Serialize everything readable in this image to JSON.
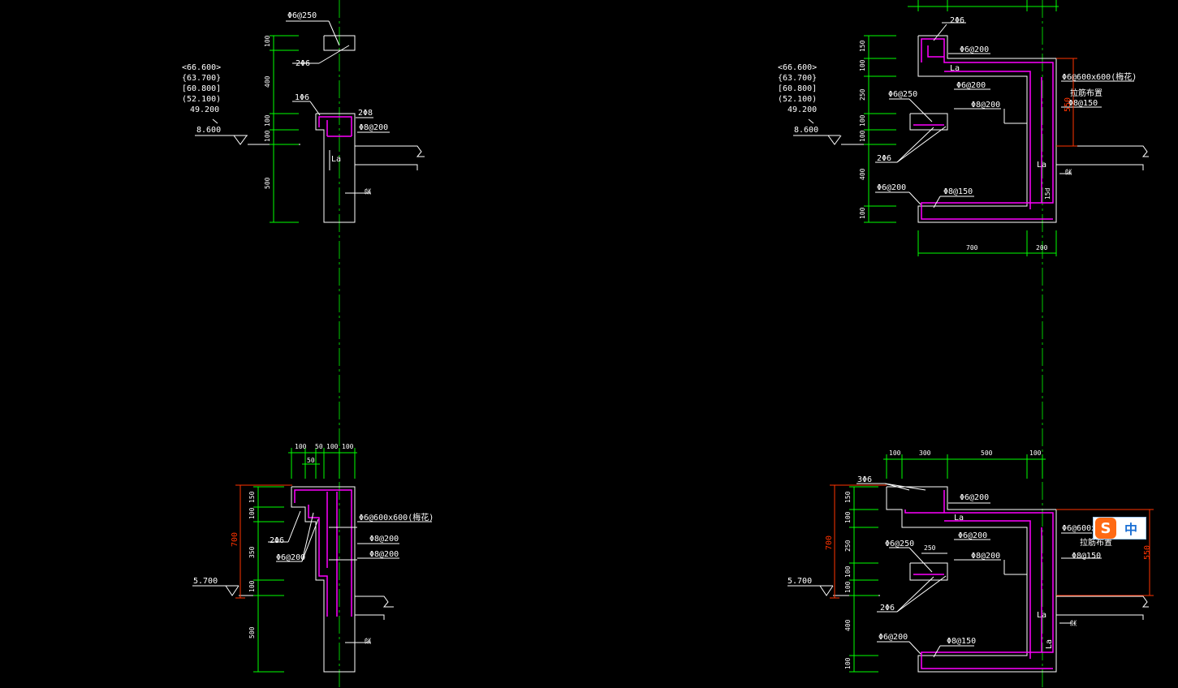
{
  "d1": {
    "rebar_top": "Φ6@250",
    "rebar_top_bars": "2Φ6",
    "elev": [
      "<66.600>",
      "{63.700}",
      "[60.800]",
      "(52.100)",
      "49.200",
      "8.600"
    ],
    "bar_left": "1Φ6",
    "bar_right": "2Φ8",
    "stirrup": "Φ8@200",
    "anchor": "La",
    "dims": [
      "100",
      "400",
      "100",
      "100",
      "500"
    ],
    "tag": "梁"
  },
  "d2": {
    "top_bars": "2Φ6",
    "r1": "Φ6@200",
    "r2": "Φ6@600x600(梅花)",
    "r2b": "拉筋布置",
    "r3": "Φ6@200",
    "r4": "Φ8@150",
    "r5": "Φ8@200",
    "r6": "Φ6@250",
    "r7": "2Φ6",
    "r8": "Φ6@200",
    "r9": "Φ8@150",
    "anchor_top": "La",
    "anchor_bot": "La",
    "d15": "15d",
    "elev": [
      "<66.600>",
      "{63.700}",
      "[60.800]",
      "(52.100)",
      "49.200",
      "8.600"
    ],
    "dims_v": [
      "150",
      "100",
      "250",
      "100",
      "100",
      "400",
      "100"
    ],
    "dims_h": [
      "700",
      "200"
    ],
    "dim_red": "550",
    "tag": "梁"
  },
  "d3": {
    "dims_h": [
      "100",
      "50",
      "100",
      "100"
    ],
    "dim_h2": "50",
    "r1": "Φ6@600x600(梅花)",
    "r2": "2Φ6",
    "r3": "Φ8@200",
    "r4": "Φ6@200",
    "r5": "Φ8@200",
    "elev": "5.700",
    "dims_v": [
      "150",
      "100",
      "350",
      "100",
      "500"
    ],
    "dim_red": "700",
    "tag": "梁"
  },
  "d4": {
    "dims_h": [
      "100",
      "300",
      "500",
      "100"
    ],
    "bars_top": "3Φ6",
    "r1": "Φ6@200",
    "anchor_top": "La",
    "r2": "Φ6@600x",
    "r2b": "拉筋布置",
    "r3": "Φ6@200",
    "r4": "Φ6@250",
    "dim_250": "250",
    "r5": "Φ8@150",
    "r6": "Φ8@200",
    "r7": "2Φ6",
    "r8": "Φ6@200",
    "r9": "Φ8@150",
    "anchor_bot": "La",
    "elev": "5.700",
    "dims_v": [
      "150",
      "100",
      "250",
      "100",
      "100",
      "400",
      "100"
    ],
    "dim_red_l": "700",
    "dim_red_r": "550",
    "tag": "梁"
  },
  "ime": {
    "logo": "S",
    "mode": "中"
  }
}
